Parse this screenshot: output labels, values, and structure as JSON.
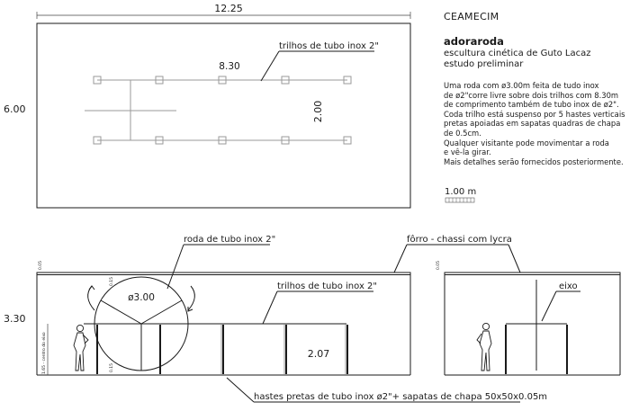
{
  "plan": {
    "width_label": "12.25",
    "height_label": "6.00",
    "rail_length_label": "8.30",
    "rail_spacing_label": "2.00",
    "rail_callout": "trilhos de tubo inox 2\""
  },
  "title_block": {
    "studio": "CEAMECIM",
    "title": "adoraroda",
    "subtitle": "escultura cinética de Guto Lacaz",
    "stage": "estudo preliminar",
    "description": [
      "Uma roda com ø3.00m feita de tudo inox",
      "de ø2\"corre livre sobre dois trilhos com 8.30m",
      "de comprimento também de tubo inox de ø2\".",
      "Coda trilho está suspenso por 5 hastes verticais",
      "pretas apoiadas em sapatas quadras de chapa",
      "de 0.5cm.",
      "Qualquer visitante pode movimentar a roda",
      "e vê-la girar.",
      "Mais detalhes serão fornecidos posteriormente."
    ],
    "scale_label": "1.00 m"
  },
  "elevation": {
    "height_label": "3.30",
    "wheel_callout": "roda de tubo inox 2\"",
    "wheel_diameter_label": "ø3.00",
    "rail_callout": "trilhos de tubo inox 2\"",
    "ceiling_callout": "fôrro - chassi com lycra",
    "rail_height_label": "2.07",
    "axis_height_label": "1.65 - centro do eixo",
    "dim_top": "0.05",
    "dim_wheel_top": "0.15",
    "dim_wheel_bottom": "0.15",
    "dim_side_top": "0.05",
    "axis_callout": "eixo",
    "rods_callout": "hastes pretas de tubo inox ø2\"+ sapatas de chapa 50x50x0.05m"
  }
}
